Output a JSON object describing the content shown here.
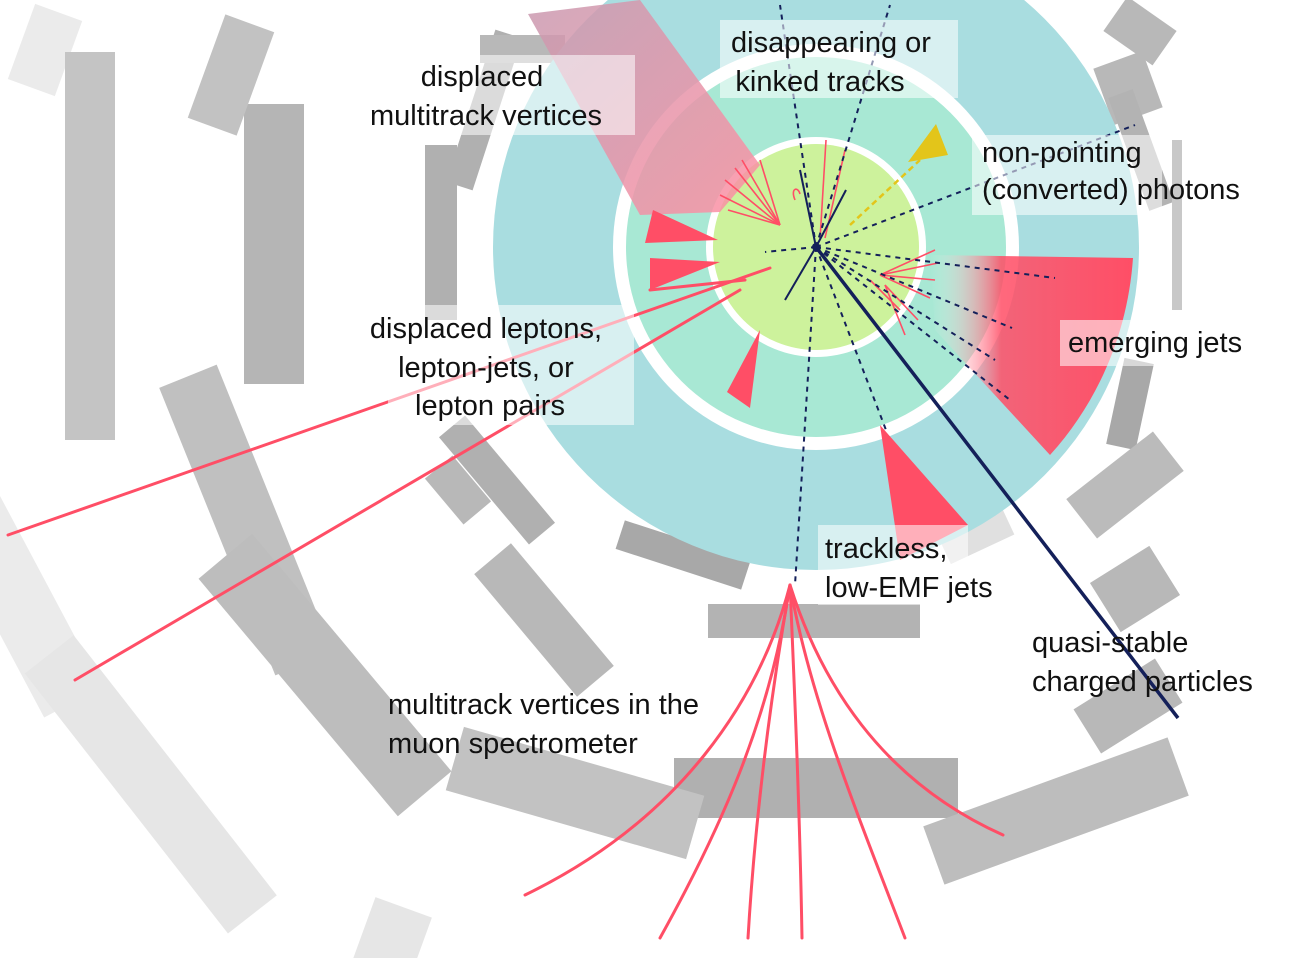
{
  "labels": {
    "displaced_multitrack": [
      "displaced",
      "multitrack vertices"
    ],
    "disappearing_tracks": [
      "disappearing or",
      "kinked tracks"
    ],
    "non_pointing_photons": [
      "non-pointing",
      "(converted) photons"
    ],
    "displaced_leptons": [
      "displaced leptons,",
      "lepton-jets, or",
      "lepton pairs"
    ],
    "emerging_jets": [
      "emerging jets"
    ],
    "trackless_jets": [
      "trackless,",
      "low-EMF jets"
    ],
    "quasi_stable": [
      "quasi-stable",
      "charged particles"
    ],
    "muon_vertices": [
      "multitrack vertices in the",
      "muon spectrometer"
    ]
  },
  "colors": {
    "signal_red": "#ff4e66",
    "track_navy": "#14205a",
    "detector_gray": "#b8b8b8",
    "calo_outer": "#a9dde0",
    "calo_inner": "#a8e8d4",
    "tracker": "#cdf29c",
    "photon_yellow": "#e3c51a"
  }
}
